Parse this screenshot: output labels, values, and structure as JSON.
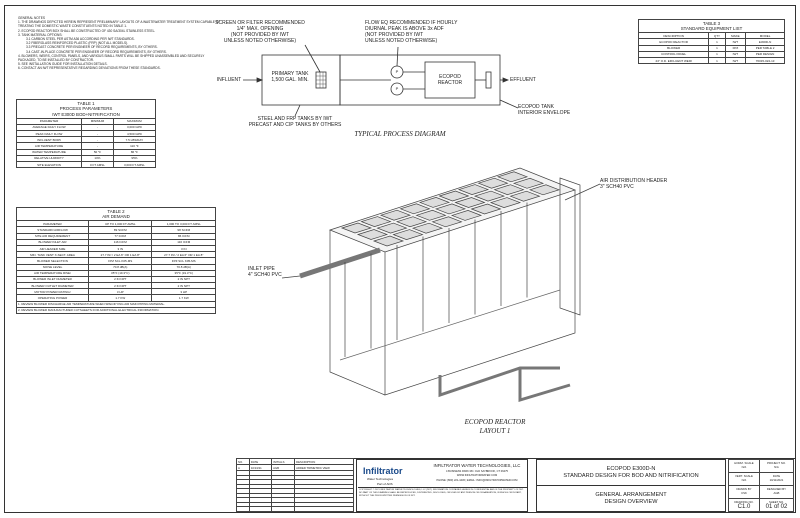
{
  "general_notes": {
    "title": "GENERAL NOTES",
    "items": [
      "1.  THE DRAWINGS DEPICTED HEREIN REPRESENT PRELIMINARY LAYOUTS OF A WASTEWATER TREATMENT SYSTEM CAPABLE OF TREATING THE DOMESTIC WASTE CONSTITUENTS NOTED IN TABLE 1.",
      "2.  ECOPOD REACTOR BOX SHALL BE CONSTRUCTED OF 430 SA/304L STAINLESS STEEL.",
      "3.  TANK MATERIAL OPTIONS:",
      "3.1  CARBON STEEL PER ASTM A36 ACCORDING PER IWT STANDARDS.",
      "3.2  FIBERGLASS REINFORCED PLASTIC (FRP) (NOT ALL MODELS).",
      "3.3  PRECAST CONCRETE PER ENGINEER OF RECORD REQUIREMENTS, BY OTHERS.",
      "3.4  CAST-IN-PLACE CONCRETE PER ENGINEER OF RECORD REQUIREMENTS, BY OTHERS.",
      "4.  BLOWERS, WEIRS, CONTROL PANELS, AND VARIOUS SMALL PARTS WILL BE SHIPPED UNASSEMBLED AND SECURELY PACKAGED, TO BE INSTALLED BY CONTRACTOR.",
      "5.  SEE INSTALLATION GUIDE FOR INSTALLATION DETAILS.",
      "6.  CONTACT AN IWT REPRESENTATIVE REGARDING DEVIATIONS FROM THESE STANDARDS."
    ]
  },
  "table1": {
    "title": "TABLE 1",
    "subtitle": "PROCESS PARAMETERS",
    "subtitle2": "IWT E300D BOD+NITRIFICATION",
    "headers": [
      "PARAMETER",
      "MINIMUM",
      "MAXIMUM"
    ],
    "rows": [
      [
        "AVERAGE DAILY FLOW",
        "-",
        "3,000 GPD"
      ],
      [
        "PEAK DAILY FLOW",
        "-",
        "4,500 GPD"
      ],
      [
        "INFLUENT BOD5",
        "-",
        "7.5 LBS/DAY"
      ],
      [
        "AIR TEMPERATURE",
        "-",
        "110 °F"
      ],
      [
        "WATER TEMPERATURE",
        "50 °F",
        "86 °F"
      ],
      [
        "RELATIVE HUMIDITY",
        "10%",
        "95%"
      ],
      [
        "SITE ELEVATION",
        "0 FT AMSL",
        "3,000 FT AMSL"
      ]
    ]
  },
  "table2": {
    "title": "TABLE 2",
    "subtitle": "AIR DEMAND",
    "headers": [
      "PARAMETER",
      "UP TO 1,000 FT AMSL",
      "1,000 TO 3,000 FT AMSL"
    ],
    "rows": [
      [
        "STANDARD AIRFLOW",
        "89 SCFM",
        "98 SCFM"
      ],
      [
        "SITE AIR REQUIREMENT",
        "77 ICFM",
        "86 ICFM"
      ],
      [
        "BLOWER INLET AIR",
        "116 ICFM",
        "116 ICFM"
      ],
      [
        "AIR HEADER SIZE",
        "3 IN",
        "3 IN"
      ],
      [
        "MIN. TANK VENT X-SECT. AREA",
        "27.7 IN² / 2 EA 6\" OR 1 EA 8\"",
        "27.7 IN² / 2 EA 6\" OR 1 EA 8\""
      ],
      [
        "BLOWER SELECTION",
        "FPZ SCL K05-MS",
        "FPZ SCL K05-MS"
      ],
      [
        "NOISE LEVEL",
        "70.8 dB(A)",
        "70.8 dB(A)"
      ],
      [
        "AIR TEMPERATURE RISE¹",
        "35°F (19.3°C)",
        "35°F (19.3°C)"
      ],
      [
        "BLOWER INLET DIAMETER",
        "2 IN NPT",
        "2 IN NPT"
      ],
      [
        "BLOWER OUTLET DIAMETER",
        "2 IN NPT",
        "2 IN NPT"
      ],
      [
        "MOTOR POWER RATING²",
        "3 HP",
        "3 HP"
      ],
      [
        "OPERATING POWER",
        "1.7 KW",
        "1.7 KW"
      ]
    ],
    "notes": [
      "1.  REVIEW BLOWER DISCHARGE AIR TEMPERATURE WHEN SPECIFYING AIR MAIN PIPING MATERIAL.",
      "2.  REVIEW BLOWER MANUFACTURER CUTSHEETS FOR ADDITIONAL ELECTRICAL INFORMATION."
    ]
  },
  "table3": {
    "title": "TABLE 3",
    "subtitle": "STANDARD EQUIPMENT LIST",
    "headers": [
      "DESCRIPTION",
      "QTY",
      "MAKE",
      "MODEL"
    ],
    "rows": [
      [
        "ECOPOD REACTOR",
        "1",
        "IWT",
        "E300D-N"
      ],
      [
        "BLOWER",
        "1",
        "FPZ",
        "PER TABLE 2"
      ],
      [
        "CONTROL PANEL",
        "1",
        "IWT",
        "PER DESIGN"
      ],
      [
        "24\" O.D. EFFLUENT WEIR",
        "1",
        "IWT",
        "76015-024-13"
      ]
    ]
  },
  "process": {
    "screen_note": "SCREEN OR FILTER RECOMMENDED\n1/4\" MAX. OPENING\n(NOT PROVIDED BY IWT\nUNLESS NOTED OTHERWISE)",
    "floweq_note": "FLOW EQ RECOMMENDED IF HOURLY\nDIURNAL PEAK IS ABOVE 3x ADF\n(NOT PROVIDED BY IWT\nUNLESS NOTED OTHERWISE)",
    "influent": "INFLUENT",
    "primary_tank": "PRIMARY TANK\n1,500 GAL. MIN.",
    "pump": "P",
    "reactor": "ECOPOD\nREACTOR",
    "effluent": "EFFLUENT",
    "tanks_note": "STEEL AND FRP TANKS BY IWT\nPRECAST AND CIP TANKS BY OTHERS",
    "envelope_note": "ECOPOD TANK\nINTERIOR ENVELOPE",
    "caption": "TYPICAL PROCESS DIAGRAM"
  },
  "layout": {
    "header_note": "AIR DISTRIBUTION HEADER\n3\" SCH40 PVC",
    "inlet_note": "INLET PIPE\n4\" SCH40 PVC",
    "caption": "ECOPOD REACTOR\nLAYOUT 1"
  },
  "title_block": {
    "rev_headers": [
      "NO.",
      "DATE",
      "INITIALS",
      "DESCRIPTION"
    ],
    "revisions": [
      [
        "A",
        "10/13/21",
        "AGB",
        "ADDED TRIMETRIC VIEW"
      ]
    ],
    "logo": "Infiltrator",
    "logo_sub": "Water Technologies",
    "logo_part": "Part of ADS",
    "company": "INFILTRATOR WATER TECHNOLOGIES, LLC",
    "address": "4 BUSINESS PARK RD. OLD SAYBROOK, CT 06475",
    "web": "WWW.INFILTRATORWATER.COM",
    "contact": "PHONE: (800) 221-4436 | EMAIL: INFO@INFILTRATORWATER.COM",
    "copyright": "COPYRIGHT © 2021 INFILTRATOR WATER TECHNOLOGIES, LLC (IWT). INFORMATION CONTAINED HEREIN IS CONFIDENTIAL AND IS THE PROPERTY OF IWT. NO PART OF THIS DRAWING SHALL BE REPRODUCED, DISTRIBUTED, DISCLOSED, OR USED BY ANY PERSON OR ORGANIZATION, IN WHOLE OR IN PART, WITHOUT THE PRIOR WRITTEN PERMISSION OF IWT.",
    "project_title": "ECOPOD E300D-N",
    "project_subtitle": "STANDARD DESIGN FOR BOD AND NITRIFICATION",
    "sheet_title": "GENERAL ARRANGEMENT",
    "sheet_subtitle": "DESIGN OVERVIEW",
    "fields": [
      [
        "HORIZ. SCALE",
        "N/A"
      ],
      [
        "PROJECT NO.",
        "N/A"
      ],
      [
        "VERT. SCALE",
        "N/A"
      ],
      [
        "DATE",
        "10/11/2021"
      ],
      [
        "DRAWN BY",
        "CSK"
      ],
      [
        "DESIGNED BY",
        "AGB"
      ],
      [
        "DRAWING NO.",
        "C1.0"
      ],
      [
        "SHEET NO.",
        "01 of 02"
      ]
    ]
  }
}
